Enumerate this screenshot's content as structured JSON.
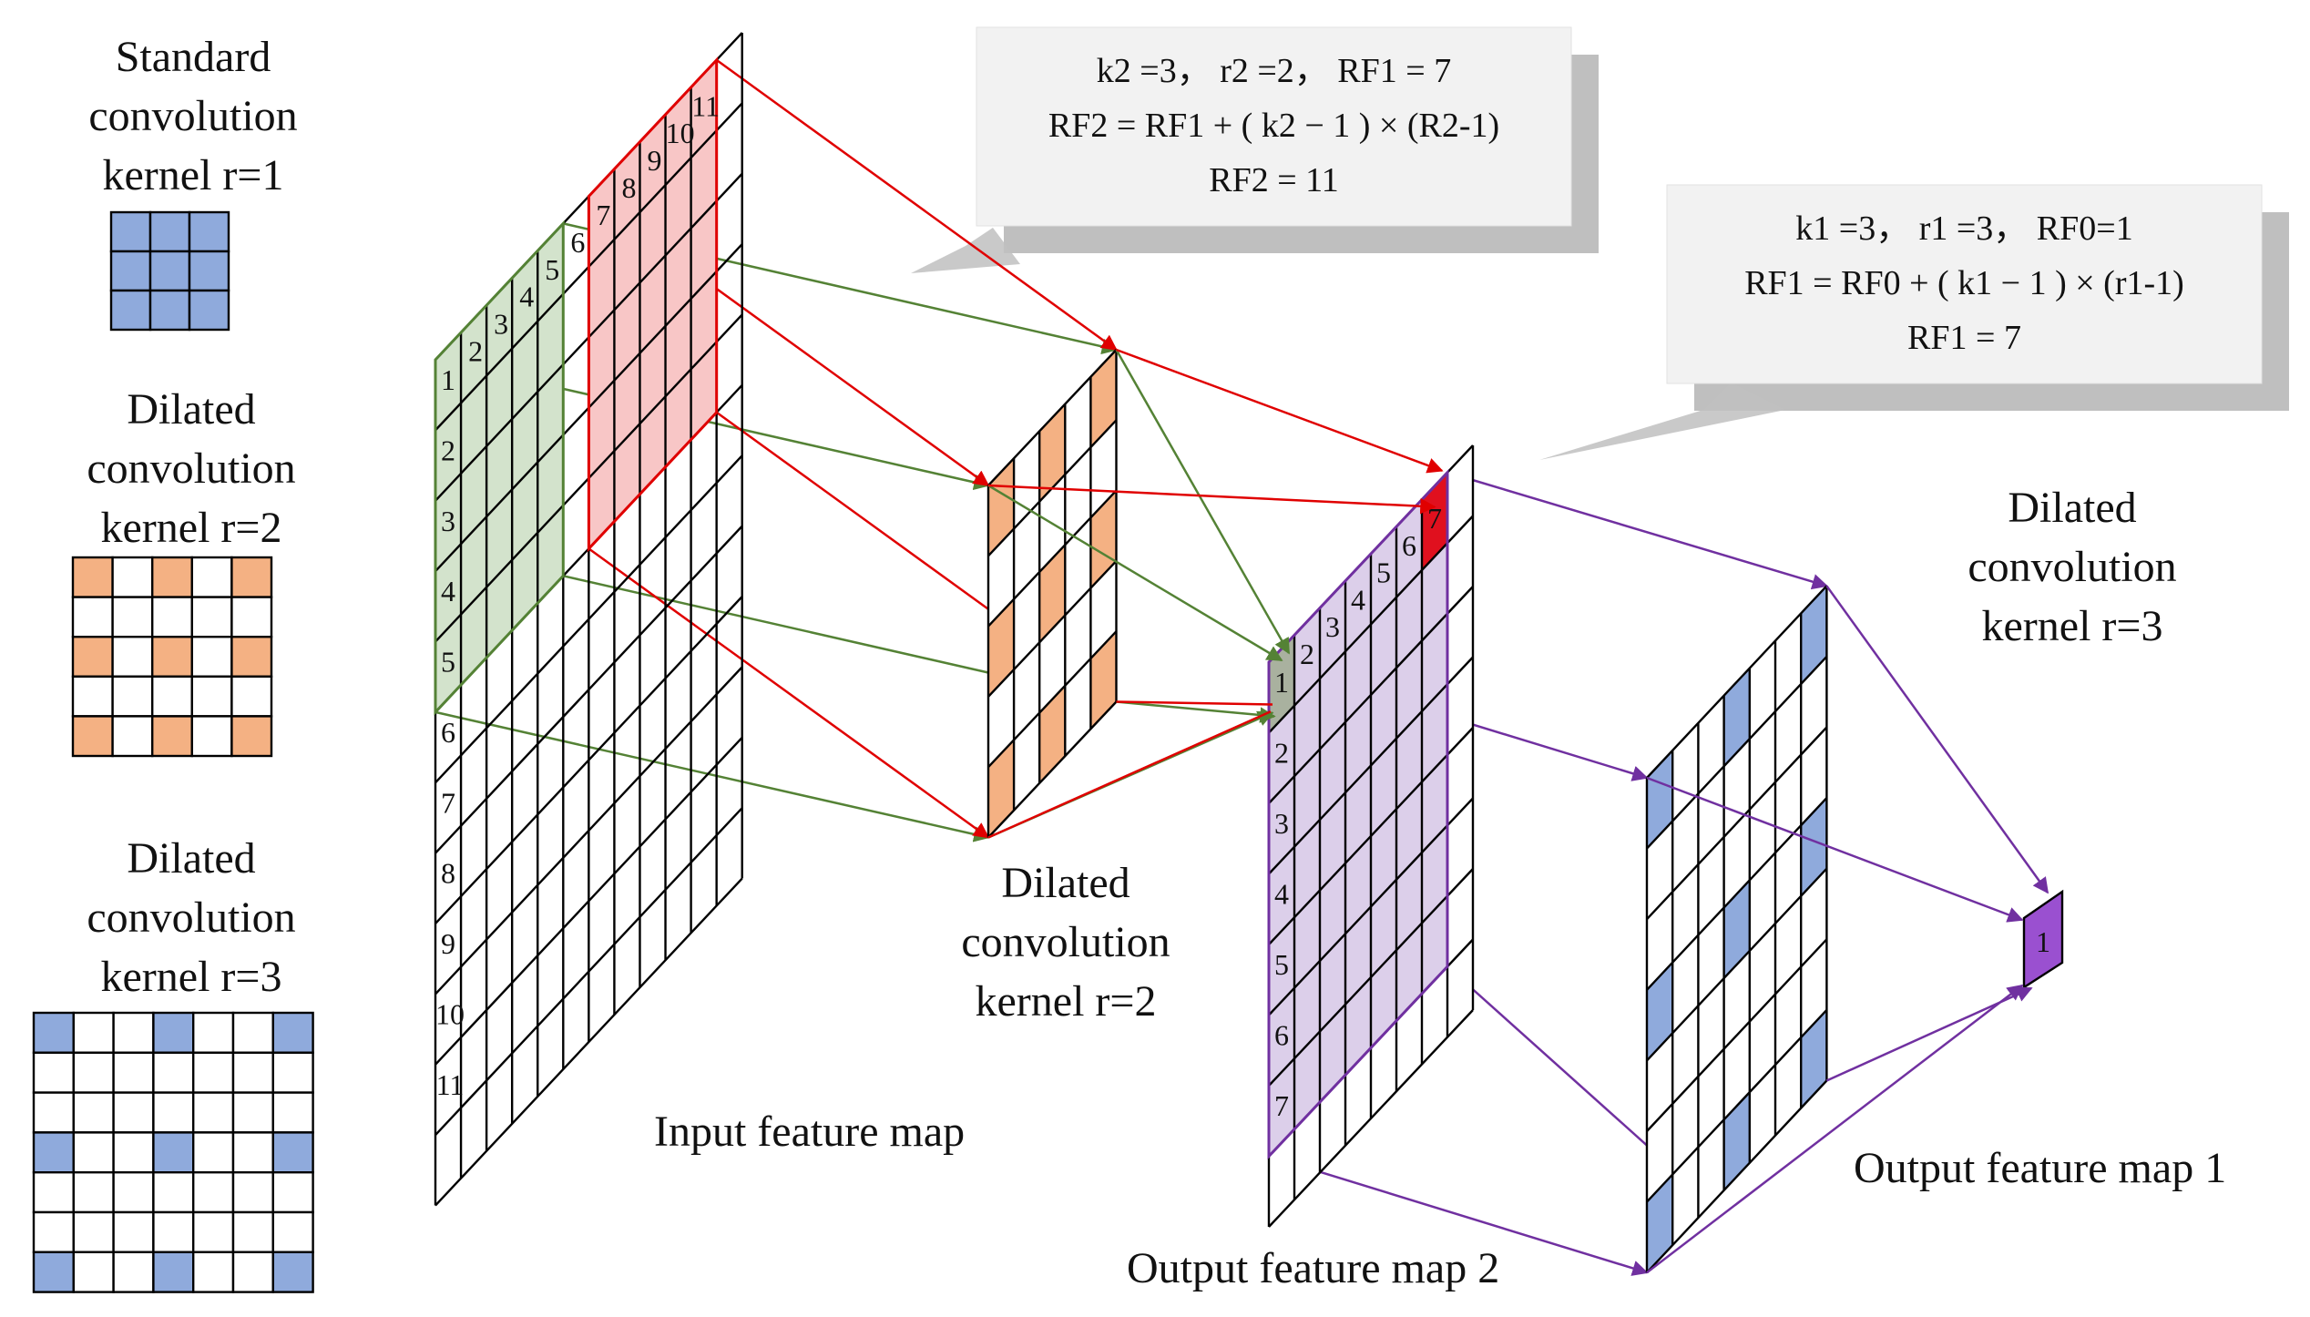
{
  "legend": {
    "standard": [
      "Standard",
      "convolution",
      "kernel  r=1"
    ],
    "dilated_r2": [
      "Dilated",
      "convolution",
      "kernel  r=2"
    ],
    "dilated_r3": [
      "Dilated",
      "convolution",
      "kernel  r=3"
    ]
  },
  "labels": {
    "input_map": "Input feature map",
    "kernel_r2": [
      "Dilated",
      "convolution",
      "kernel  r=2"
    ],
    "output_map_2": "Output feature map 2",
    "kernel_r3": [
      "Dilated",
      "convolution",
      "kernel  r=3"
    ],
    "output_map_1": "Output feature map 1",
    "output_cell": "1"
  },
  "callouts": {
    "top": [
      "k2 =3，  r2 =2，  RF1 = 7",
      "RF2 = RF1 + ( k2 − 1 ) × (R2-1)",
      "RF2 = 11"
    ],
    "right": [
      "k1 =3，  r1 =3，  RF0=1",
      "RF1 = RF0 + ( k1 − 1 ) × (r1-1)",
      "RF1 = 7"
    ]
  },
  "input_map": {
    "side_numbers": [
      "1",
      "2",
      "3",
      "4",
      "5",
      "6",
      "7",
      "8",
      "9",
      "10",
      "11"
    ],
    "top_numbers": [
      "1",
      "2",
      "3",
      "4",
      "5",
      "6",
      "7",
      "8",
      "9",
      "10",
      "11"
    ]
  },
  "output_map_2": {
    "side_numbers": [
      "1",
      "2",
      "3",
      "4",
      "5",
      "6",
      "7"
    ],
    "top_numbers": [
      "1",
      "2",
      "3",
      "4",
      "5",
      "6",
      "7"
    ]
  },
  "colors": {
    "blue": "#8FAADC",
    "orange": "#F4B183",
    "green_fill": "#D3E3CC",
    "green_line": "#548235",
    "red_fill": "#F8C6C6",
    "red_line": "#E00000",
    "red_cell": "#E0101E",
    "purple_fill": "#DCCFEA",
    "purple_line": "#7030A0",
    "purple_cell": "#9A50D0",
    "gray_cell": "#A9B19F",
    "callout_bg": "#F2F2F2",
    "callout_shadow": "#BFBFBF"
  }
}
